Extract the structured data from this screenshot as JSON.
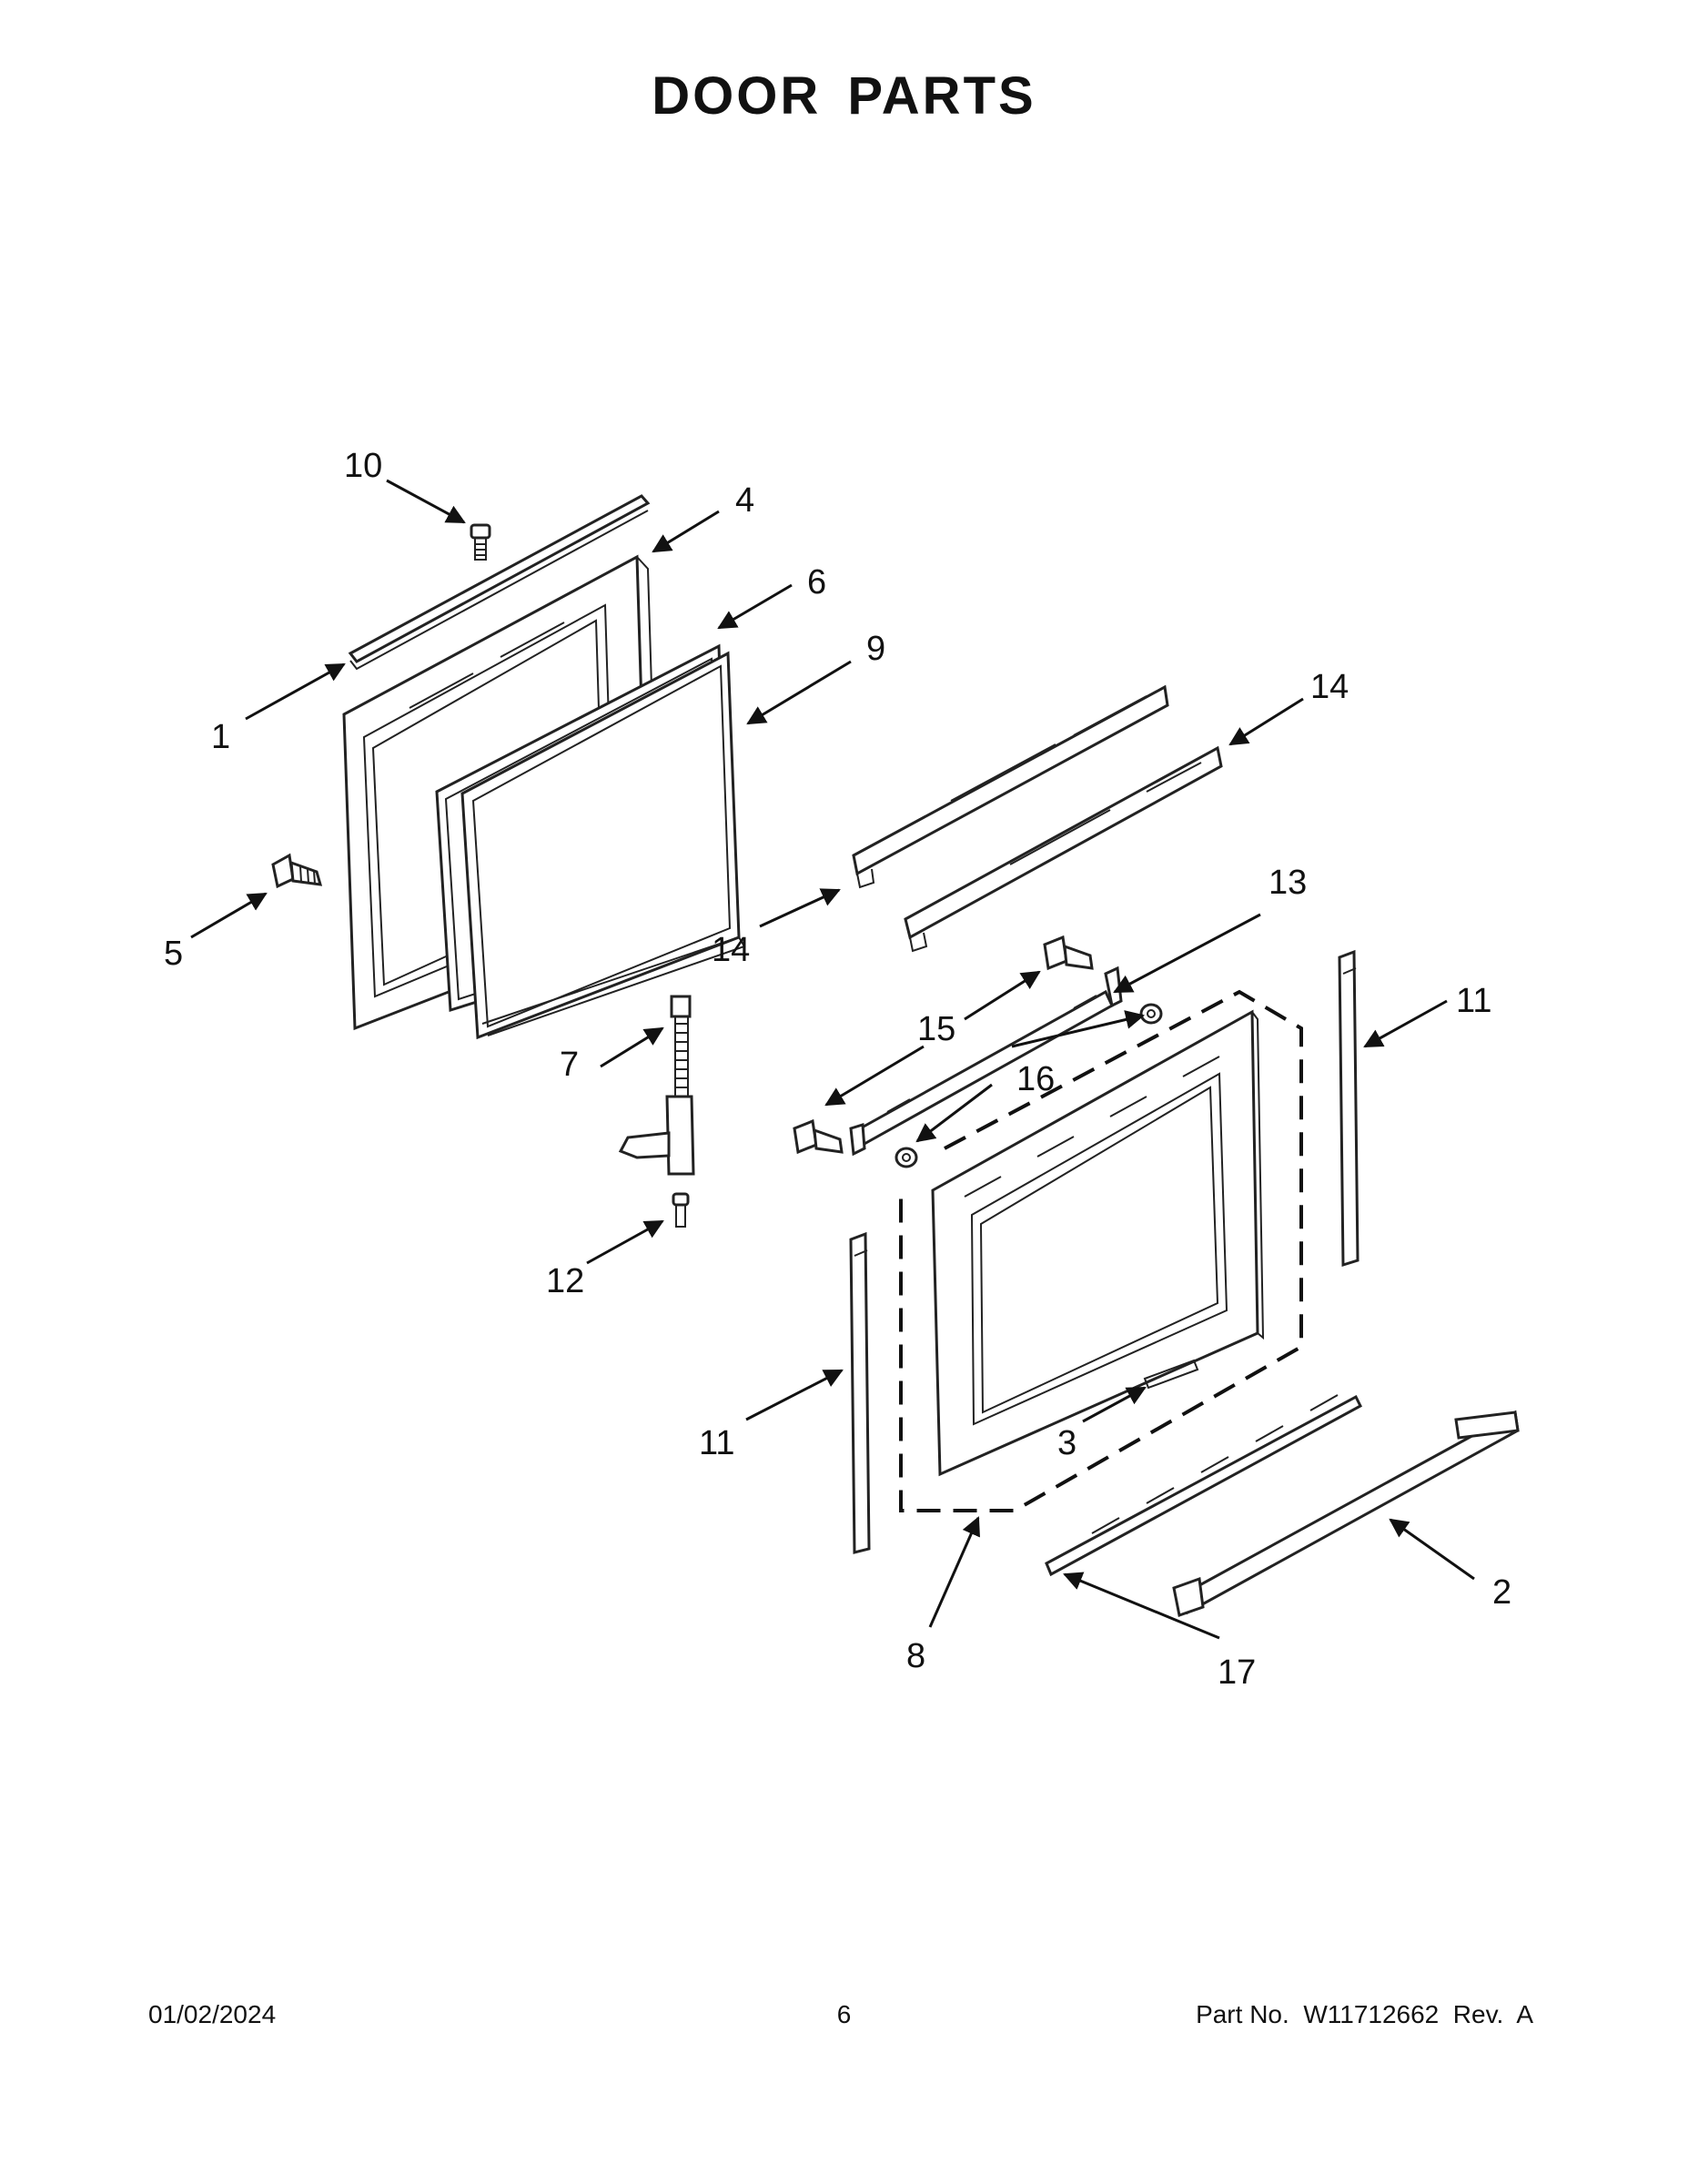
{
  "title": "DOOR PARTS",
  "callouts": {
    "c1": "1",
    "c2": "2",
    "c3": "3",
    "c4": "4",
    "c5": "5",
    "c6": "6",
    "c7": "7",
    "c8": "8",
    "c9": "9",
    "c10": "10",
    "c11a": "11",
    "c11b": "11",
    "c12": "12",
    "c13": "13",
    "c14a": "14",
    "c14b": "14",
    "c15": "15",
    "c16": "16",
    "c17": "17"
  },
  "footer": {
    "date": "01/02/2024",
    "page": "6",
    "part": "Part No.  W11712662  Rev.  A"
  }
}
